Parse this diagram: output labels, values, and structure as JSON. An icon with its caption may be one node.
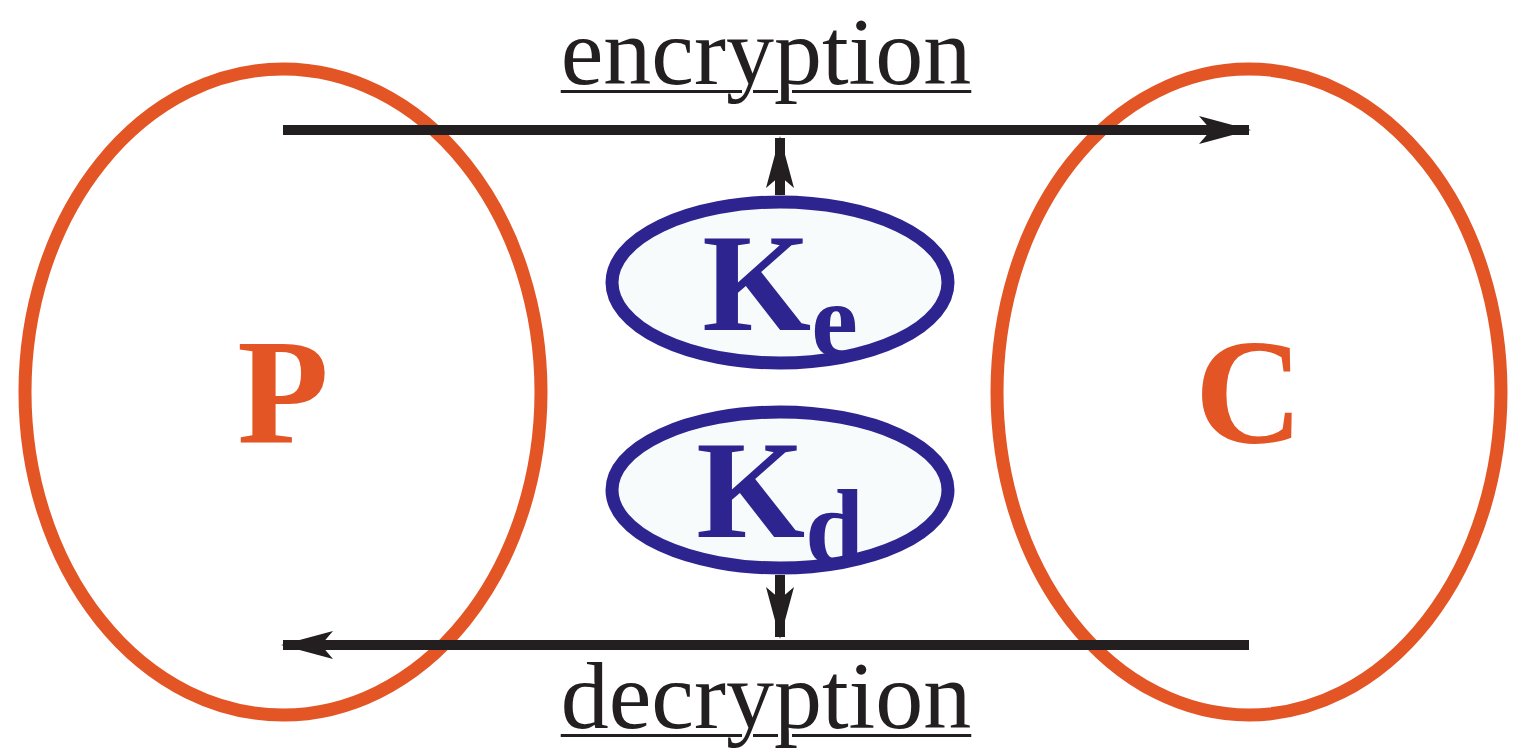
{
  "diagram": {
    "nodes": [
      {
        "text": [
          "P"
        ]
      },
      {
        "text": [
          "C"
        ]
      },
      {
        "text": [
          "K$_{e}$"
        ]
      },
      {
        "text": [
          "K$_{d}$"
        ]
      }
    ],
    "edges": [
      {
        "from": 0,
        "to": 1,
        "arrow": "to",
        "label": "encryption"
      },
      {
        "from": 1,
        "to": 0,
        "arrow": "to",
        "label": "decryption"
      },
      {
        "from": 2,
        "to": null,
        "arrow": "to"
      },
      {
        "from": 3,
        "to": null,
        "arrow": "to"
      }
    ]
  }
}
